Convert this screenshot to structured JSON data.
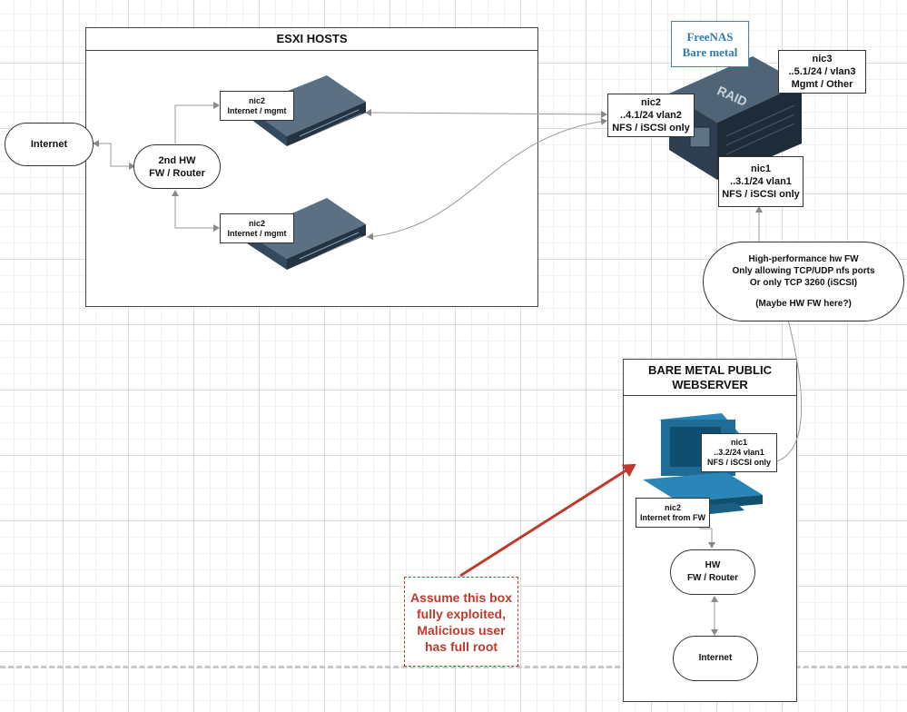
{
  "containers": {
    "esxi_title": "ESXI HOSTS",
    "baremetal_title_line1": "BARE METAL PUBLIC",
    "baremetal_title_line2": "WEBSERVER"
  },
  "internet_left": "Internet",
  "router_left": {
    "line1": "2nd HW",
    "line2": "FW / Router"
  },
  "esxi_nic_top": {
    "line1": "nic2",
    "line2": "Internet / mgmt"
  },
  "esxi_nic_bottom": {
    "line1": "nic2",
    "line2": "Internet / mgmt"
  },
  "freenas_label": {
    "line1": "FreeNAS",
    "line2": "Bare metal"
  },
  "freenas_nic2": {
    "line1": "nic2",
    "line2": "..4.1/24 vlan2",
    "line3": "NFS / iSCSI only"
  },
  "freenas_nic3": {
    "line1": "nic3",
    "line2": "..5.1/24 / vlan3",
    "line3": "Mgmt / Other"
  },
  "freenas_nic1": {
    "line1": "nic1",
    "line2": "..3.1/24 vlan1",
    "line3": "NFS / iSCSI only"
  },
  "raid_text": "RAID",
  "fw_bubble": {
    "line1": "High-performance hw FW",
    "line2": "Only allowing TCP/UDP nfs ports",
    "line3": "Or only TCP 3260 (iSCSI)",
    "line4": "(Maybe HW FW here?)"
  },
  "web_nic1": {
    "line1": "nic1",
    "line2": "..3.2/24 vlan1",
    "line3": "NFS / iSCSI only"
  },
  "web_nic2": {
    "line1": "nic2",
    "line2": "Internet from FW"
  },
  "router_right": {
    "line1": "HW",
    "line2": "FW / Router"
  },
  "internet_right": "Internet",
  "alert": {
    "line1": "Assume this box",
    "line2": "fully exploited,",
    "line3": "Malicious user",
    "line4": "has full root"
  },
  "colors": {
    "alert": "#c0392b",
    "freenas": "#2f7bb3",
    "server_body": "#2c3e50",
    "pc_body": "#1f6d96"
  }
}
